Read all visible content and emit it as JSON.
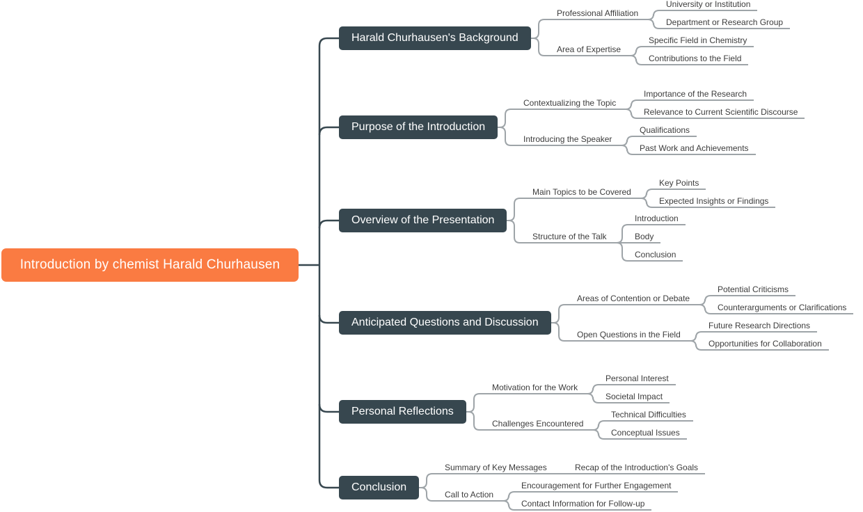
{
  "colors": {
    "background": "#ffffff",
    "root_fill": "#fa7b42",
    "root_text": "#ffffff",
    "branch_fill": "#37474f",
    "branch_text": "#ffffff",
    "label_text": "#3c3c3c",
    "connector_dark": "#37474f",
    "connector_gray": "#9ea4a8"
  },
  "mindmap": {
    "root": {
      "label": "Introduction by chemist Harald Churhausen"
    },
    "branches": [
      {
        "label": "Harald Churhausen's Background",
        "children": [
          {
            "label": "Professional Affiliation",
            "children": [
              {
                "label": "University or Institution"
              },
              {
                "label": "Department or Research Group"
              }
            ]
          },
          {
            "label": "Area of Expertise",
            "children": [
              {
                "label": "Specific Field in Chemistry"
              },
              {
                "label": "Contributions to the Field"
              }
            ]
          }
        ]
      },
      {
        "label": "Purpose of the Introduction",
        "children": [
          {
            "label": "Contextualizing the Topic",
            "children": [
              {
                "label": "Importance of the Research"
              },
              {
                "label": "Relevance to Current Scientific Discourse"
              }
            ]
          },
          {
            "label": "Introducing the Speaker",
            "children": [
              {
                "label": "Qualifications"
              },
              {
                "label": "Past Work and Achievements"
              }
            ]
          }
        ]
      },
      {
        "label": "Overview of the Presentation",
        "children": [
          {
            "label": "Main Topics to be Covered",
            "children": [
              {
                "label": "Key Points"
              },
              {
                "label": "Expected Insights or Findings"
              }
            ]
          },
          {
            "label": "Structure of the Talk",
            "children": [
              {
                "label": "Introduction"
              },
              {
                "label": "Body"
              },
              {
                "label": "Conclusion"
              }
            ]
          }
        ]
      },
      {
        "label": "Anticipated Questions and Discussion",
        "children": [
          {
            "label": "Areas of Contention or Debate",
            "children": [
              {
                "label": "Potential Criticisms"
              },
              {
                "label": "Counterarguments or Clarifications"
              }
            ]
          },
          {
            "label": "Open Questions in the Field",
            "children": [
              {
                "label": "Future Research Directions"
              },
              {
                "label": "Opportunities for Collaboration"
              }
            ]
          }
        ]
      },
      {
        "label": "Personal Reflections",
        "children": [
          {
            "label": "Motivation for the Work",
            "children": [
              {
                "label": "Personal Interest"
              },
              {
                "label": "Societal Impact"
              }
            ]
          },
          {
            "label": "Challenges Encountered",
            "children": [
              {
                "label": "Technical Difficulties"
              },
              {
                "label": "Conceptual Issues"
              }
            ]
          }
        ]
      },
      {
        "label": "Conclusion",
        "children": [
          {
            "label": "Summary of Key Messages",
            "children": [
              {
                "label": "Recap of the Introduction's Goals"
              }
            ]
          },
          {
            "label": "Call to Action",
            "children": [
              {
                "label": "Encouragement for Further Engagement"
              },
              {
                "label": "Contact Information for Follow-up"
              }
            ]
          }
        ]
      }
    ]
  }
}
